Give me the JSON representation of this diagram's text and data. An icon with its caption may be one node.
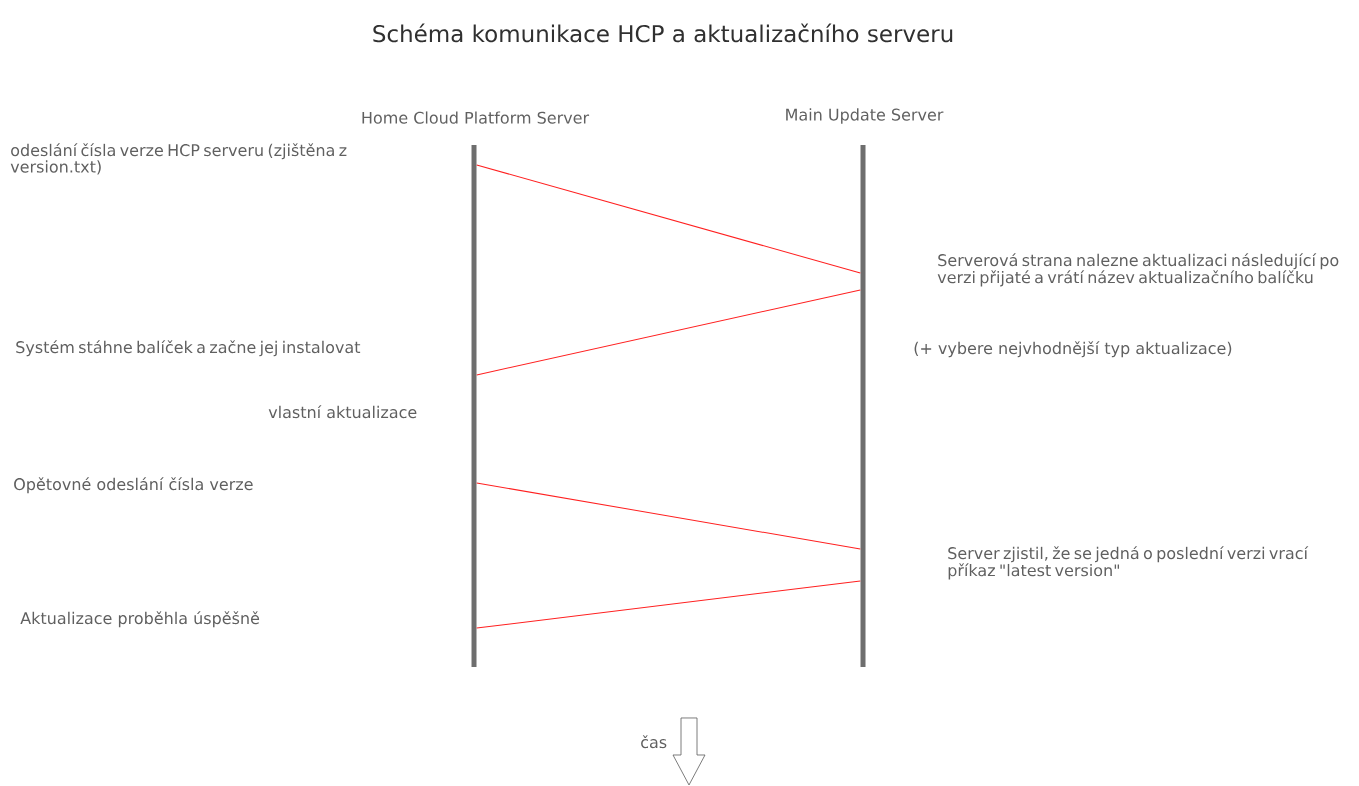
{
  "diagram": {
    "title": "Schéma komunikace HCP a aktualizačního serveru",
    "nodes": [
      {
        "text": [
          "Home Cloud Platform Server"
        ]
      },
      {
        "text": [
          "Main Update Server"
        ]
      }
    ],
    "edges": [
      {
        "from": 0,
        "to": 1,
        "arrow": "none"
      },
      {
        "from": 1,
        "to": 0,
        "arrow": "none"
      },
      {
        "from": 0,
        "to": 1,
        "arrow": "none"
      },
      {
        "from": 1,
        "to": 0,
        "arrow": "none"
      }
    ],
    "labels": [
      "odeslání čísla verze HCP serveru (zjištěna z version.txt)",
      "Serverová strana nalezne aktualizaci následující po verzi přijaté a vrátí název aktualizačního balíčku",
      "(+ vybere nejvhodnější typ aktualizace)",
      "Systém stáhne balíček a začne jej instalovat",
      "vlastní aktualizace",
      "Opětovné odeslání čísla verze",
      "Server zjistil, že se jedná o poslední verzi vrací příkaz \"latest version\"",
      "Aktualizace proběhla úspěšně",
      "čas"
    ]
  }
}
